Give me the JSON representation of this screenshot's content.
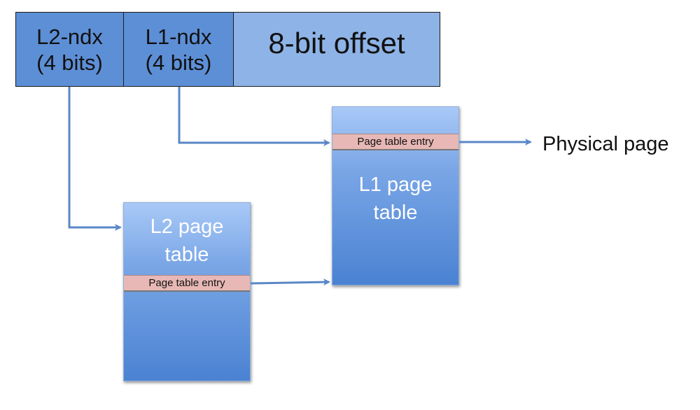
{
  "address": {
    "l2_field": {
      "line1": "L2-ndx",
      "line2": "(4 bits)"
    },
    "l1_field": {
      "line1": "L1-ndx",
      "line2": "(4 bits)"
    },
    "offset_field": {
      "label": "8-bit offset"
    }
  },
  "l1_table": {
    "line1": "L1 page",
    "line2": "table",
    "entry_label": "Page table entry"
  },
  "l2_table": {
    "line1": "L2 page",
    "line2": "table",
    "entry_label": "Page table entry"
  },
  "physical_page_label": "Physical page",
  "colors": {
    "index_field": "#5d8fd6",
    "offset_field": "#8eb3e6",
    "entry": "#e7b8b5",
    "arrow": "#5a87c6"
  }
}
